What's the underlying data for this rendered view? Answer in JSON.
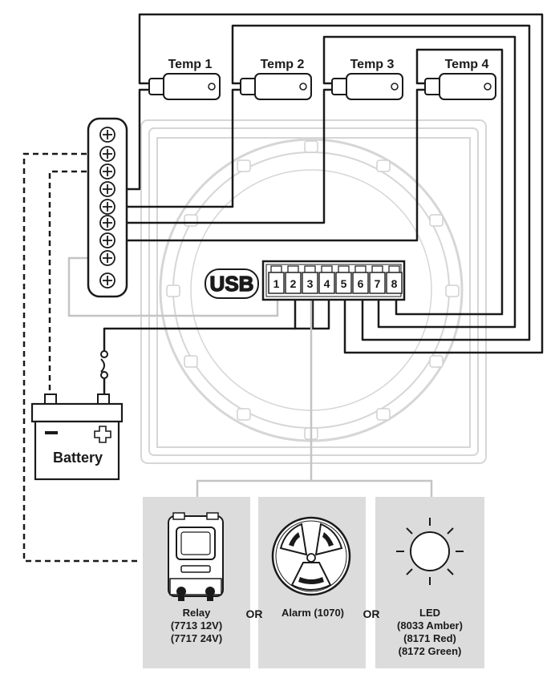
{
  "sensors": [
    {
      "label": "Temp 1"
    },
    {
      "label": "Temp 2"
    },
    {
      "label": "Temp 3"
    },
    {
      "label": "Temp 4"
    }
  ],
  "usb_label": "USB",
  "terminals": [
    "1",
    "2",
    "3",
    "4",
    "5",
    "6",
    "7",
    "8"
  ],
  "battery": {
    "label": "Battery",
    "minus": "−",
    "plus": "+"
  },
  "outputs": {
    "relay": {
      "title": "Relay",
      "line1": "(7713 12V)",
      "line2": "(7717 24V)"
    },
    "alarm": {
      "title": "Alarm (1070)"
    },
    "led": {
      "title": "LED",
      "line1": "(8033 Amber)",
      "line2": "(8171 Red)",
      "line3": "(8172 Green)"
    },
    "or_1": "OR",
    "or_2": "OR"
  },
  "colors": {
    "wire": "#1a1a1a",
    "gray_wire": "#bfbfbf",
    "panel": "#dcdcdc",
    "outline_light": "#d4d4d4"
  }
}
